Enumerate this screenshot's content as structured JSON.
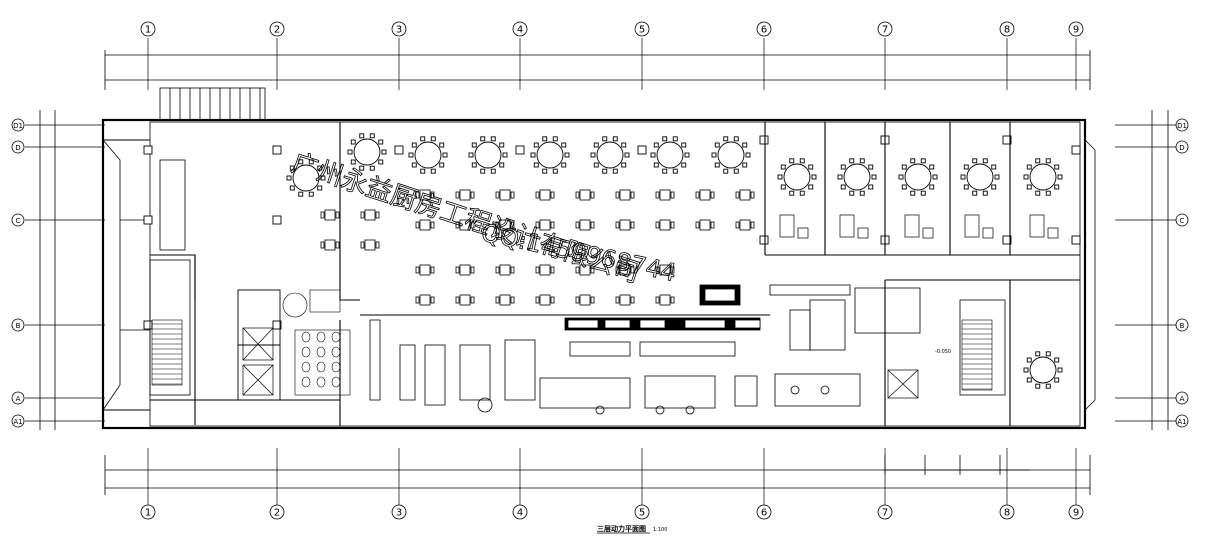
{
  "axes": {
    "columns": [
      "1",
      "2",
      "3",
      "4",
      "5",
      "6",
      "7",
      "8",
      "9"
    ],
    "rows": [
      "D1",
      "D",
      "C",
      "B",
      "A",
      "A1"
    ]
  },
  "drawing": {
    "title": "三层动力平面图",
    "scale": "1:100",
    "elevation": "-0.050"
  },
  "watermark": {
    "company": "广州永益厨房工程设计有限公司",
    "qq": "QQ:1459968744"
  }
}
